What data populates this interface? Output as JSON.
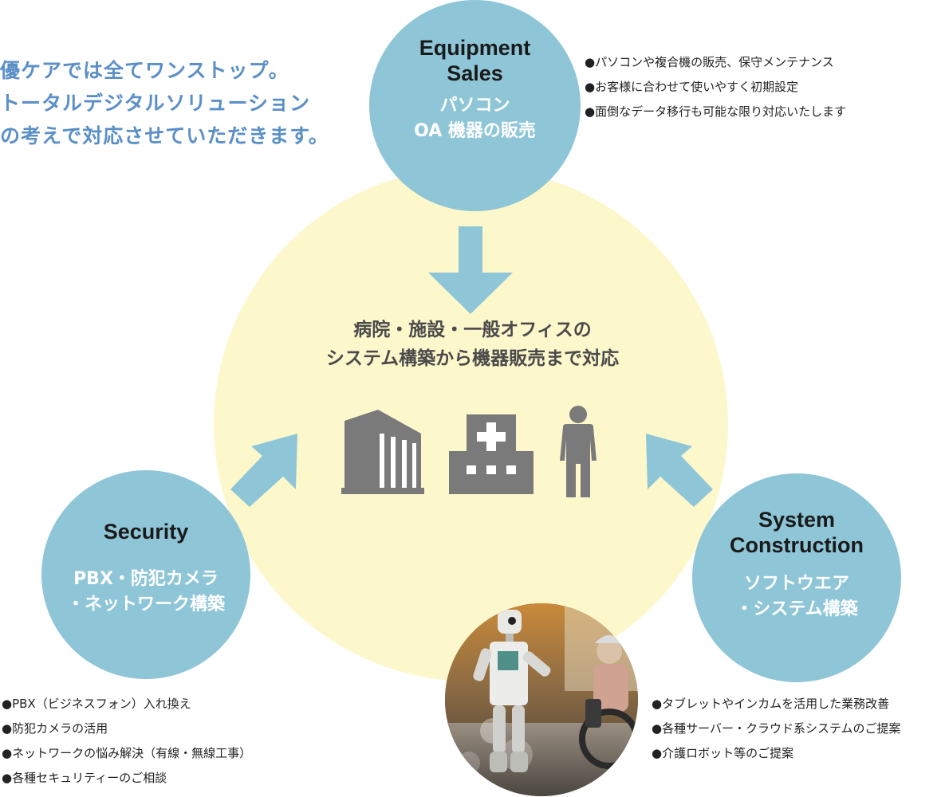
{
  "intro": {
    "line1": "優ケアでは全てワンストップ。",
    "line2": "トータルデジタルソリューション",
    "line3": "の考えで対応させていただきます。"
  },
  "center": {
    "line1": "病院・施設・一般オフィスの",
    "line2": "システム構築から機器販売まで対応"
  },
  "nodes": {
    "equipment": {
      "title_line1": "Equipment",
      "title_line2": "Sales",
      "sub_line1": "パソコン",
      "sub_line2": "OA 機器の販売",
      "bullets": [
        "●パソコンや複合機の販売、保守メンテナンス",
        "●お客様に合わせて使いやすく初期設定",
        "●面倒なデータ移行も可能な限り対応いたします"
      ]
    },
    "security": {
      "title": "Security",
      "sub_line1": "PBX・防犯カメラ",
      "sub_line2": "・ネットワーク構築",
      "bullets": [
        "●PBX（ビジネスフォン）入れ換え",
        "●防犯カメラの活用",
        "●ネットワークの悩み解決（有線・無線工事）",
        "●各種セキュリティーのご相談"
      ]
    },
    "system": {
      "title_line1": "System",
      "title_line2": "Construction",
      "sub_line1": "ソフトウエア",
      "sub_line2": "・システム構築",
      "bullets": [
        "●タブレットやインカムを活用した業務改善",
        "●各種サーバー・クラウド系システムのご提案",
        "●介護ロボット等のご提案"
      ]
    }
  },
  "icons": [
    "office-building-icon",
    "hospital-icon",
    "person-icon"
  ],
  "colors": {
    "node": "#8ec6d8",
    "center_circle": "#fdf7cc",
    "intro_text": "#5b8fc7",
    "icon_gray": "#7a7a7a",
    "arrow": "#8ec6d8"
  }
}
